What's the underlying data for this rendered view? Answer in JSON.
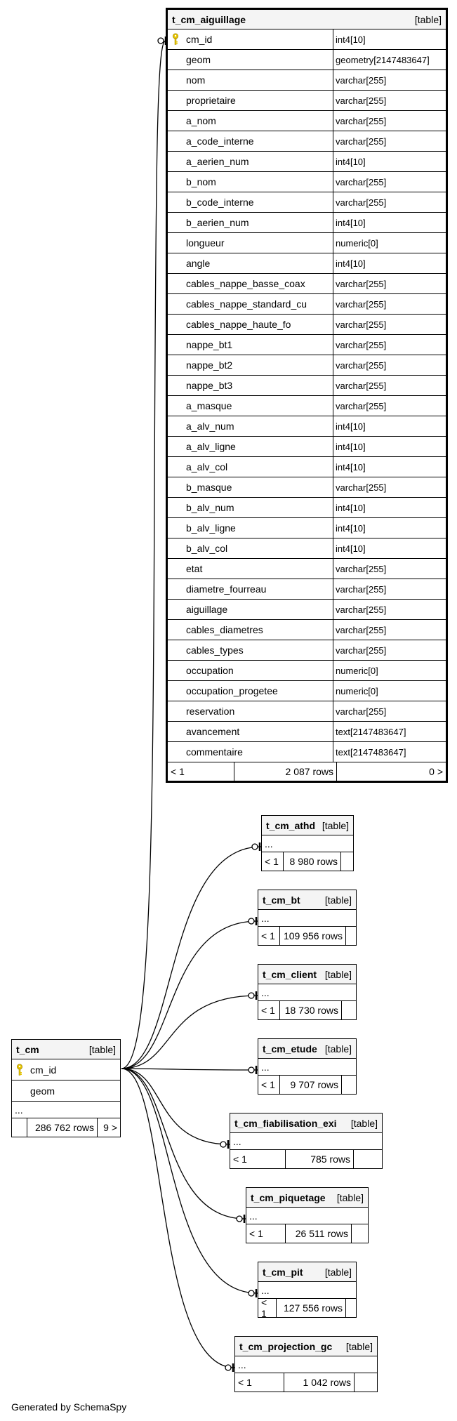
{
  "main_table": {
    "name": "t_cm_aiguillage",
    "kind": "[table]",
    "columns": [
      {
        "name": "cm_id",
        "type": "int4[10]",
        "pk": true
      },
      {
        "name": "geom",
        "type": "geometry[2147483647]"
      },
      {
        "name": "nom",
        "type": "varchar[255]"
      },
      {
        "name": "proprietaire",
        "type": "varchar[255]"
      },
      {
        "name": "a_nom",
        "type": "varchar[255]"
      },
      {
        "name": "a_code_interne",
        "type": "varchar[255]"
      },
      {
        "name": "a_aerien_num",
        "type": "int4[10]"
      },
      {
        "name": "b_nom",
        "type": "varchar[255]"
      },
      {
        "name": "b_code_interne",
        "type": "varchar[255]"
      },
      {
        "name": "b_aerien_num",
        "type": "int4[10]"
      },
      {
        "name": "longueur",
        "type": "numeric[0]"
      },
      {
        "name": "angle",
        "type": "int4[10]"
      },
      {
        "name": "cables_nappe_basse_coax",
        "type": "varchar[255]"
      },
      {
        "name": "cables_nappe_standard_cu",
        "type": "varchar[255]"
      },
      {
        "name": "cables_nappe_haute_fo",
        "type": "varchar[255]"
      },
      {
        "name": "nappe_bt1",
        "type": "varchar[255]"
      },
      {
        "name": "nappe_bt2",
        "type": "varchar[255]"
      },
      {
        "name": "nappe_bt3",
        "type": "varchar[255]"
      },
      {
        "name": "a_masque",
        "type": "varchar[255]"
      },
      {
        "name": "a_alv_num",
        "type": "int4[10]"
      },
      {
        "name": "a_alv_ligne",
        "type": "int4[10]"
      },
      {
        "name": "a_alv_col",
        "type": "int4[10]"
      },
      {
        "name": "b_masque",
        "type": "varchar[255]"
      },
      {
        "name": "b_alv_num",
        "type": "int4[10]"
      },
      {
        "name": "b_alv_ligne",
        "type": "int4[10]"
      },
      {
        "name": "b_alv_col",
        "type": "int4[10]"
      },
      {
        "name": "etat",
        "type": "varchar[255]"
      },
      {
        "name": "diametre_fourreau",
        "type": "varchar[255]"
      },
      {
        "name": "aiguillage",
        "type": "varchar[255]"
      },
      {
        "name": "cables_diametres",
        "type": "varchar[255]"
      },
      {
        "name": "cables_types",
        "type": "varchar[255]"
      },
      {
        "name": "occupation",
        "type": "numeric[0]"
      },
      {
        "name": "occupation_progetee",
        "type": "numeric[0]"
      },
      {
        "name": "reservation",
        "type": "varchar[255]"
      },
      {
        "name": "avancement",
        "type": "text[2147483647]"
      },
      {
        "name": "commentaire",
        "type": "text[2147483647]"
      }
    ],
    "footer": {
      "parents": "< 1",
      "rows": "2 087 rows",
      "children": "0 >"
    }
  },
  "parent_table": {
    "name": "t_cm",
    "kind": "[table]",
    "columns": [
      {
        "name": "cm_id",
        "pk": true
      },
      {
        "name": "geom"
      }
    ],
    "ellipsis": "...",
    "footer": {
      "parents": "",
      "rows": "286 762 rows",
      "children": "9 >"
    }
  },
  "child_tables": [
    {
      "name": "t_cm_athd",
      "kind": "[table]",
      "ellipsis": "...",
      "footer": {
        "parents": "< 1",
        "rows": "8 980 rows",
        "children": ""
      }
    },
    {
      "name": "t_cm_bt",
      "kind": "[table]",
      "ellipsis": "...",
      "footer": {
        "parents": "< 1",
        "rows": "109 956 rows",
        "children": ""
      }
    },
    {
      "name": "t_cm_client",
      "kind": "[table]",
      "ellipsis": "...",
      "footer": {
        "parents": "< 1",
        "rows": "18 730 rows",
        "children": ""
      }
    },
    {
      "name": "t_cm_etude",
      "kind": "[table]",
      "ellipsis": "...",
      "footer": {
        "parents": "< 1",
        "rows": "9 707 rows",
        "children": ""
      }
    },
    {
      "name": "t_cm_fiabilisation_exi",
      "kind": "[table]",
      "ellipsis": "...",
      "footer": {
        "parents": "< 1",
        "rows": "785 rows",
        "children": ""
      }
    },
    {
      "name": "t_cm_piquetage",
      "kind": "[table]",
      "ellipsis": "...",
      "footer": {
        "parents": "< 1",
        "rows": "26 511 rows",
        "children": ""
      }
    },
    {
      "name": "t_cm_pit",
      "kind": "[table]",
      "ellipsis": "...",
      "footer": {
        "parents": "< 1",
        "rows": "127 556 rows",
        "children": ""
      }
    },
    {
      "name": "t_cm_projection_gc",
      "kind": "[table]",
      "ellipsis": "...",
      "footer": {
        "parents": "< 1",
        "rows": "1 042 rows",
        "children": ""
      }
    }
  ],
  "generated_by": "Generated by SchemaSpy",
  "colors": {
    "key_icon": "#e8c600",
    "header_bg": "#f4f4f4",
    "line": "#000000"
  }
}
